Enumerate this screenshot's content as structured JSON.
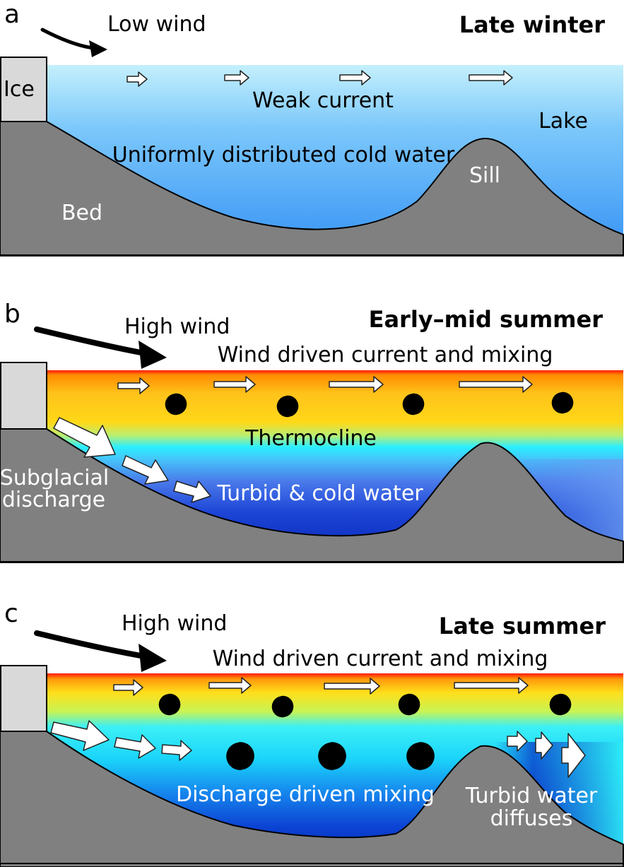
{
  "colors": {
    "bed": "#808080",
    "ice": "#d9d9d9",
    "winter_water_top": "#bfeefc",
    "winter_water_bottom": "#3f9cf6",
    "surface_warm": "#ff7a00",
    "surface_yellow": "#ffd21a",
    "thermocline": "#2af0ff",
    "deep_cold": "#0a28c8"
  },
  "panels": [
    {
      "letter": "a",
      "title": "Late winter",
      "wind_label": "Low wind",
      "ice_label": "Ice",
      "current_label": "Weak current",
      "water_label": "Uniformly distributed cold water",
      "lake_label": "Lake",
      "sill_label": "Sill",
      "bed_label": "Bed"
    },
    {
      "letter": "b",
      "title": "Early–mid summer",
      "wind_label": "High wind",
      "current_label": "Wind driven current and mixing",
      "thermocline_label": "Thermocline",
      "discharge_label_line1": "Subglacial",
      "discharge_label_line2": "discharge",
      "water_label": "Turbid & cold water"
    },
    {
      "letter": "c",
      "title": "Late summer",
      "wind_label": "High wind",
      "current_label": "Wind driven current and mixing",
      "mixing_label": "Discharge driven mixing",
      "diffuse_label_line1": "Turbid water",
      "diffuse_label_line2": "diffuses"
    }
  ],
  "icons": [
    "wind-arrow-icon",
    "flow-arrow-icon",
    "eddy-icon"
  ]
}
